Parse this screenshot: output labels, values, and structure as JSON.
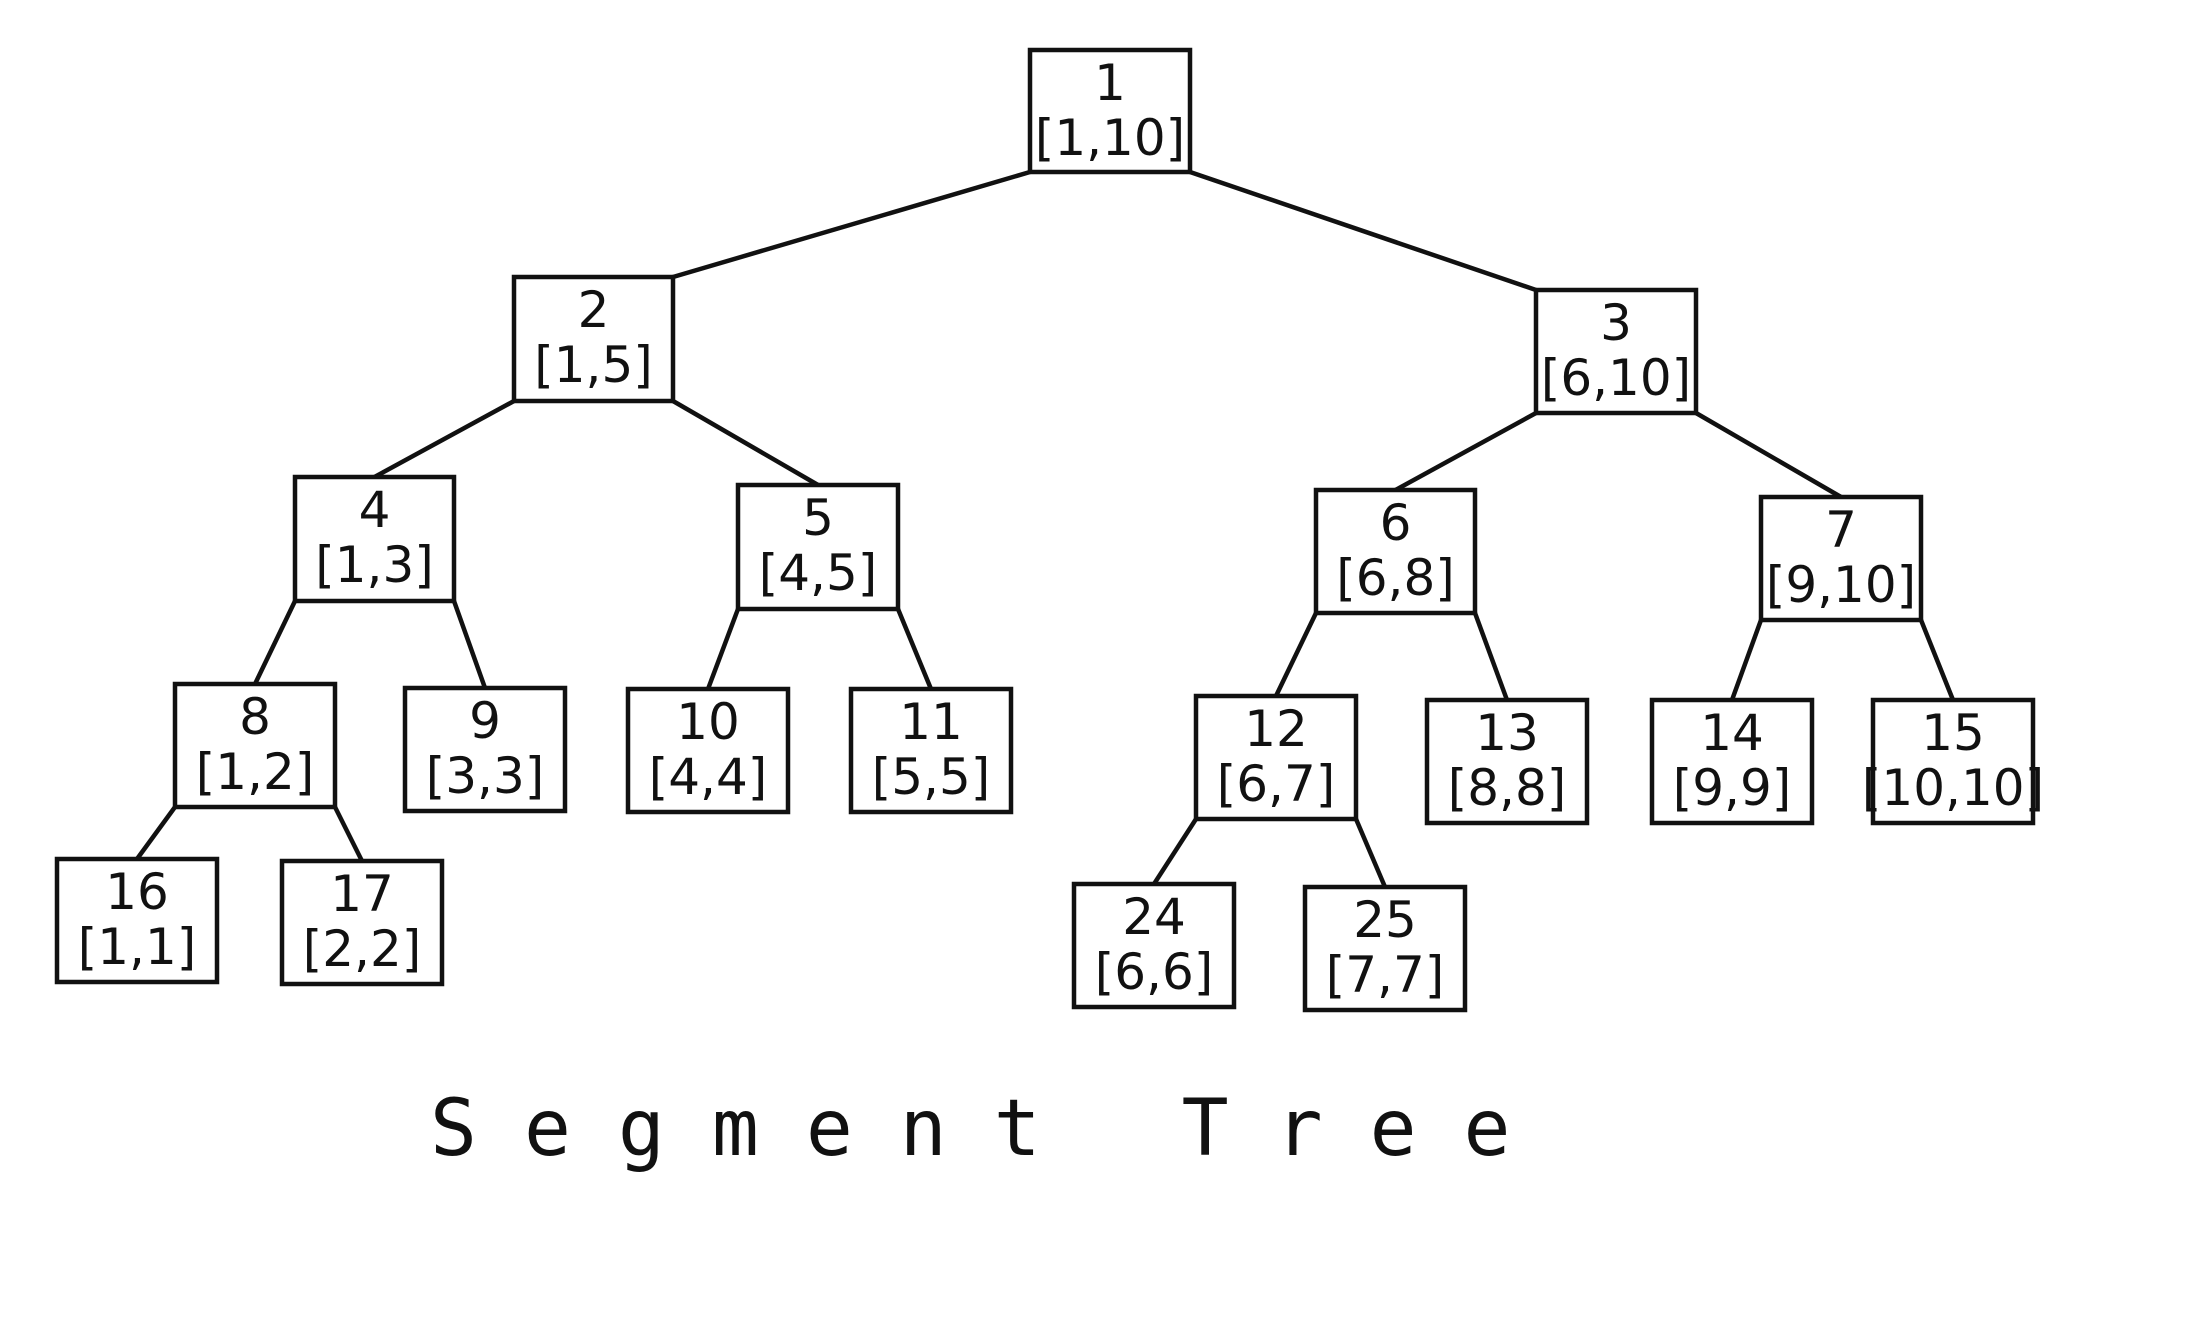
{
  "caption": "Segment Tree",
  "nodes": [
    {
      "id": "1",
      "range": "[1,10]"
    },
    {
      "id": "2",
      "range": "[1,5]"
    },
    {
      "id": "3",
      "range": "[6,10]"
    },
    {
      "id": "4",
      "range": "[1,3]"
    },
    {
      "id": "5",
      "range": "[4,5]"
    },
    {
      "id": "6",
      "range": "[6,8]"
    },
    {
      "id": "7",
      "range": "[9,10]"
    },
    {
      "id": "8",
      "range": "[1,2]"
    },
    {
      "id": "9",
      "range": "[3,3]"
    },
    {
      "id": "10",
      "range": "[4,4]"
    },
    {
      "id": "11",
      "range": "[5,5]"
    },
    {
      "id": "12",
      "range": "[6,7]"
    },
    {
      "id": "13",
      "range": "[8,8]"
    },
    {
      "id": "14",
      "range": "[9,9]"
    },
    {
      "id": "15",
      "range": "[10,10]"
    },
    {
      "id": "16",
      "range": "[1,1]"
    },
    {
      "id": "17",
      "range": "[2,2]"
    },
    {
      "id": "24",
      "range": "[6,6]"
    },
    {
      "id": "25",
      "range": "[7,7]"
    }
  ],
  "edges": [
    [
      "1",
      "2"
    ],
    [
      "1",
      "3"
    ],
    [
      "2",
      "4"
    ],
    [
      "2",
      "5"
    ],
    [
      "3",
      "6"
    ],
    [
      "3",
      "7"
    ],
    [
      "4",
      "8"
    ],
    [
      "4",
      "9"
    ],
    [
      "5",
      "10"
    ],
    [
      "5",
      "11"
    ],
    [
      "6",
      "12"
    ],
    [
      "6",
      "13"
    ],
    [
      "7",
      "14"
    ],
    [
      "7",
      "15"
    ],
    [
      "8",
      "16"
    ],
    [
      "8",
      "17"
    ],
    [
      "12",
      "24"
    ],
    [
      "12",
      "25"
    ]
  ]
}
